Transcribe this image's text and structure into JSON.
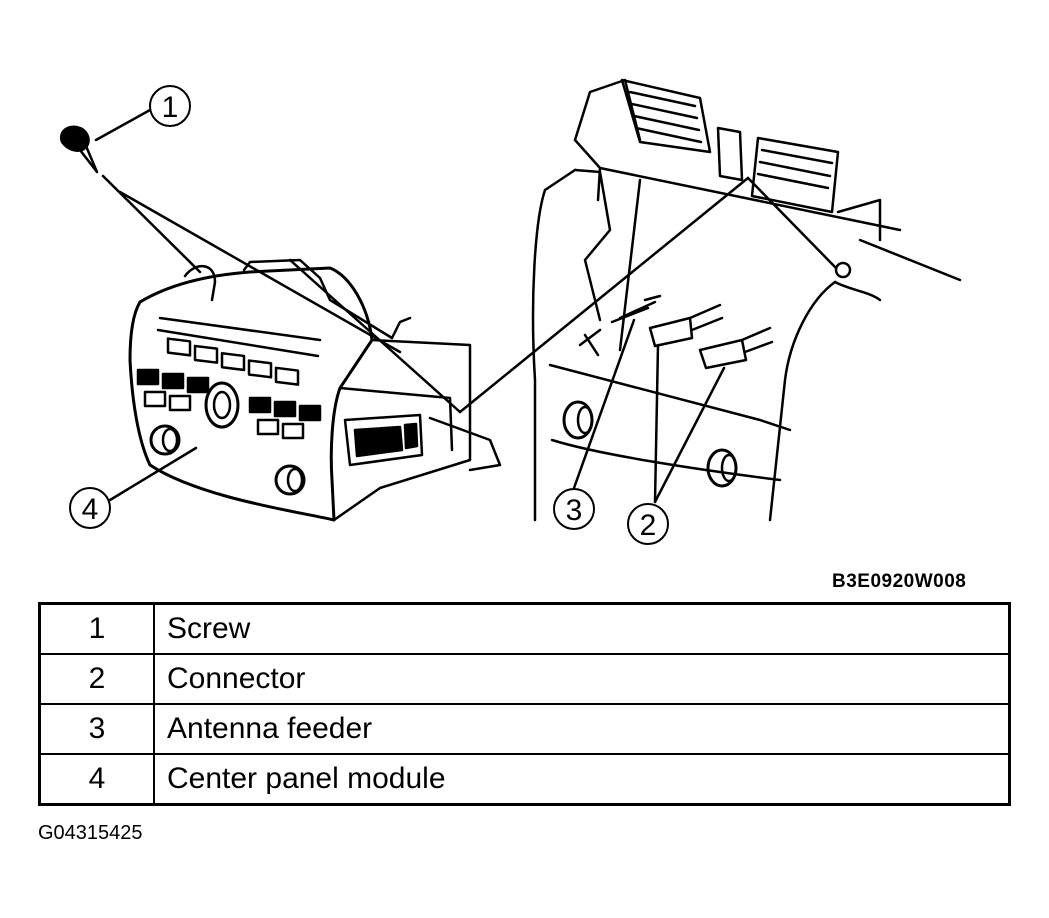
{
  "diagram": {
    "callouts": [
      "1",
      "2",
      "3",
      "4"
    ],
    "figure_code": "B3E0920W008"
  },
  "legend": {
    "rows": [
      {
        "num": "1",
        "desc": "Screw"
      },
      {
        "num": "2",
        "desc": "Connector"
      },
      {
        "num": "3",
        "desc": "Antenna feeder"
      },
      {
        "num": "4",
        "desc": "Center panel module"
      }
    ]
  },
  "image_id": "G04315425"
}
